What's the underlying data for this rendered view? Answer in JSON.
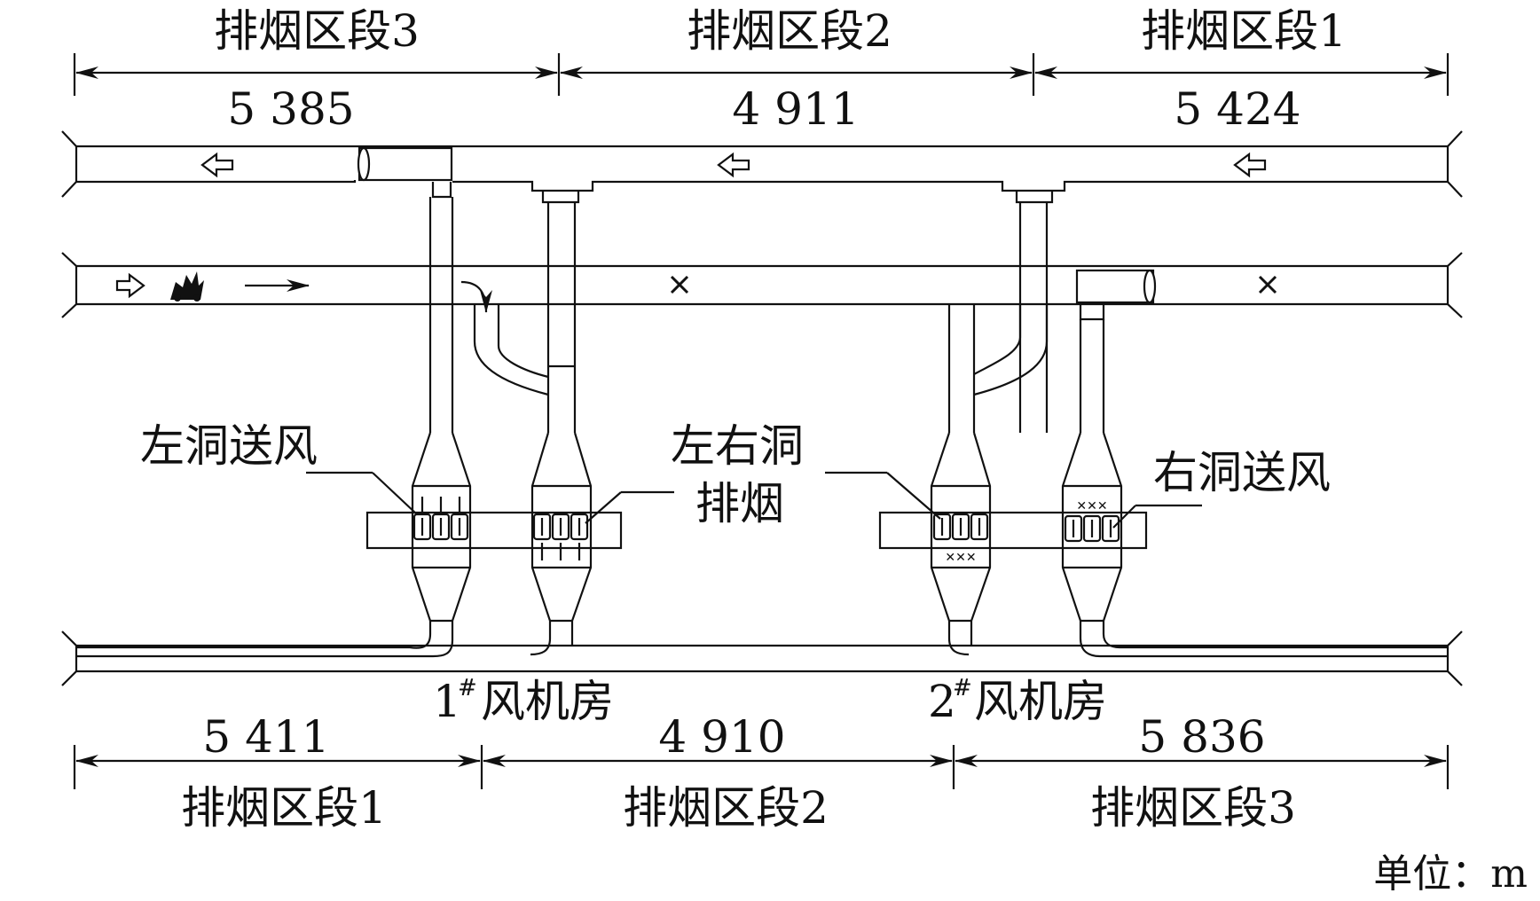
{
  "top_dimension": {
    "segments": [
      {
        "label": "排烟区段3",
        "length": "5 385"
      },
      {
        "label": "排烟区段2",
        "length": "4 911"
      },
      {
        "label": "排烟区段1",
        "length": "5 424"
      }
    ]
  },
  "bottom_dimension": {
    "segments": [
      {
        "label": "排烟区段1",
        "length": "5 411"
      },
      {
        "label": "排烟区段2",
        "length": "4 910"
      },
      {
        "label": "排烟区段3",
        "length": "5 836"
      }
    ]
  },
  "callouts": {
    "left_supply": "左洞送风",
    "exhaust_line1": "左右洞",
    "exhaust_line2": "排烟",
    "right_supply": "右洞送风"
  },
  "fan_rooms": {
    "room1_num": "1",
    "room1_sup": "#",
    "room1_text": "风机房",
    "room2_num": "2",
    "room2_sup": "#",
    "room2_text": "风机房"
  },
  "unit": "单位：m"
}
